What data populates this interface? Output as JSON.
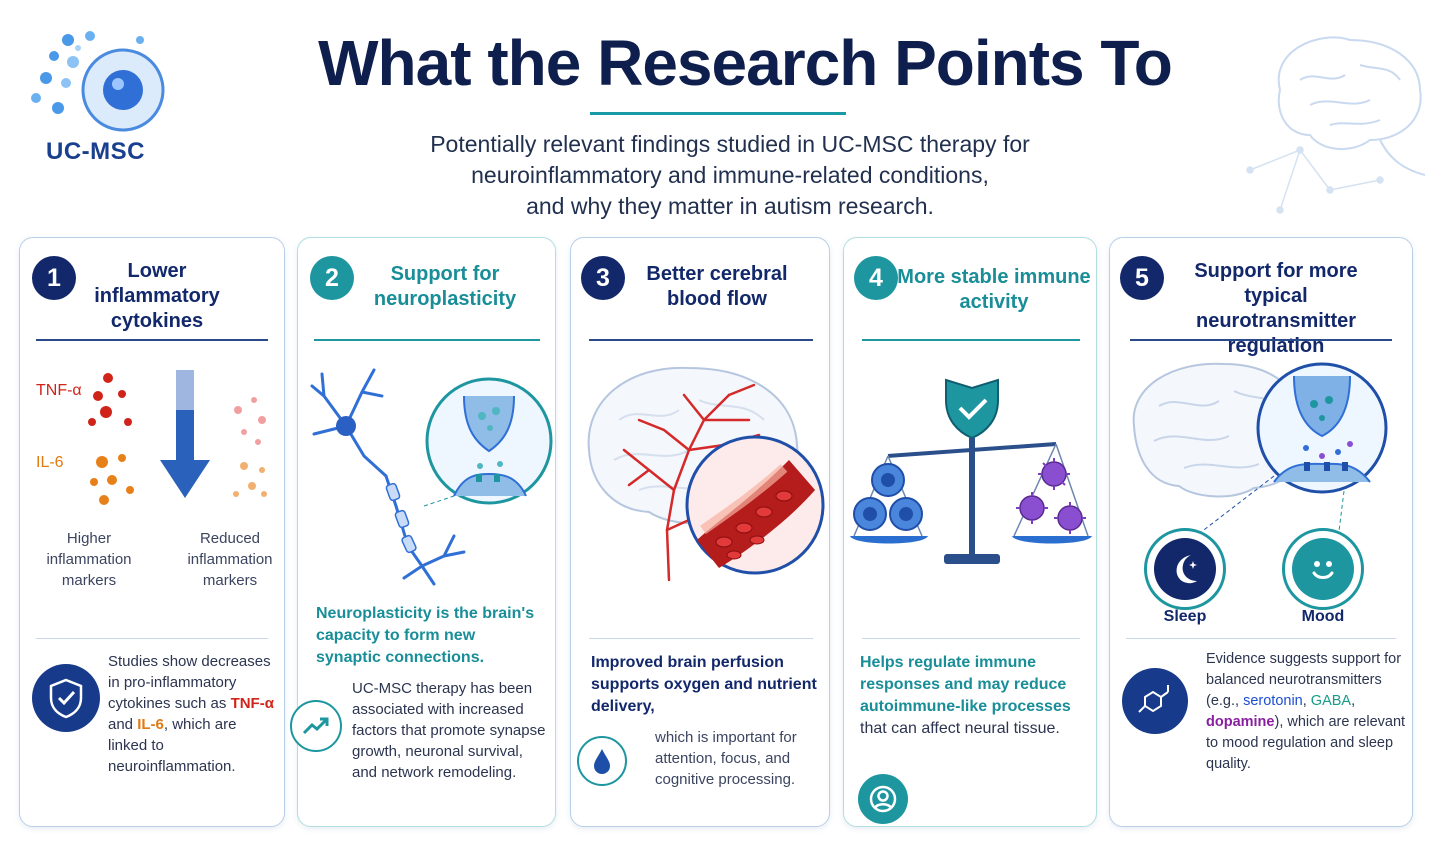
{
  "header": {
    "logo_text": "UC-MSC",
    "title": "What the Research Points To",
    "subtitle_lines": [
      "Potentially relevant findings studied in UC-MSC therapy for",
      "neuroinflammatory and immune-related conditions,",
      "and why they matter in autism research."
    ]
  },
  "cards": [
    {
      "number": "1",
      "title": "Lower inflammatory cytokines",
      "labels": {
        "tnf": "TNF-α",
        "il6": "IL-6",
        "higher": "Higher inflammation markers",
        "reduced": "Reduced inflammation markers"
      },
      "body": {
        "part1": "Studies show decreases in pro-inflammatory cytokines such as",
        "tnf": "TNF-α",
        "and": "and",
        "il6": "IL-6",
        "part2": ", which are linked to neuroinflammation."
      }
    },
    {
      "number": "2",
      "title": "Support for neuroplasticity",
      "lead": "Neuroplasticity is the brain's capacity to form new synaptic connections.",
      "body": "UC-MSC therapy has been associated with increased factors that promote synapse growth, neuronal survival, and network remodeling."
    },
    {
      "number": "3",
      "title": "Better cerebral blood flow",
      "lead": "Improved brain perfusion supports oxygen and nutrient delivery,",
      "body": "which is important for attention, focus, and cognitive processing."
    },
    {
      "number": "4",
      "title": "More stable immune activity",
      "lead": "Helps regulate immune responses and may reduce autoimmune-like processes",
      "lead_rest": "that can affect neural tissue."
    },
    {
      "number": "5",
      "title": "Support for more typical neurotransmitter regulation",
      "sleep": "Sleep",
      "mood": "Mood",
      "body": {
        "part1": "Evidence suggests support for balanced neurotransmitters (e.g.,",
        "serotonin": "serotonin",
        "gaba": "GABA",
        "dopamine": "dopamine",
        "part2": "), which are relevant to mood regulation and sleep quality."
      }
    }
  ],
  "colors": {
    "navy": "#12286b",
    "teal": "#1d96a0",
    "red": "#d0241b",
    "orange": "#e07a12"
  }
}
